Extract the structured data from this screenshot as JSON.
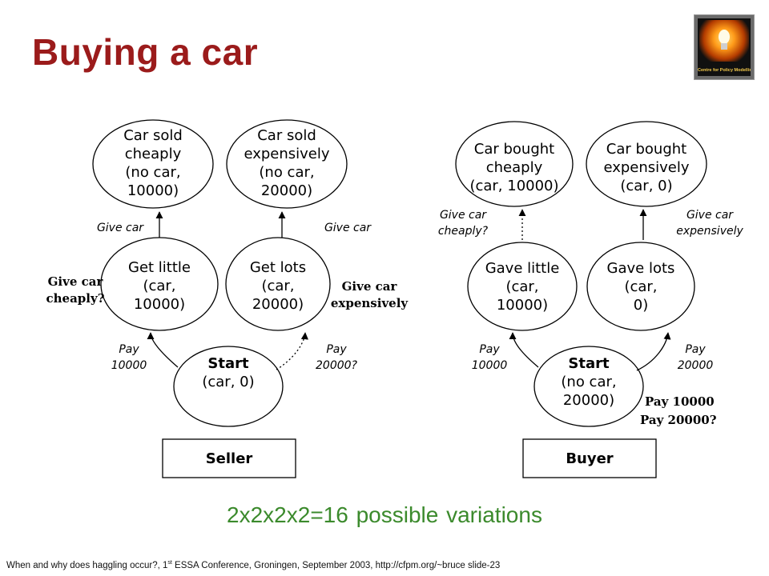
{
  "slide": {
    "title": "Buying a car",
    "logo_caption": "Centre for Policy Modelling",
    "variations": "2x2x2x2=16 possible variations",
    "footer": {
      "before": "When and why does haggling occur?, 1",
      "sup": "st",
      "after": " ESSA Conference, Groningen, September 2003, http://cfpm.org/~bruce slide-23"
    }
  },
  "seller": {
    "label": "Seller",
    "nodes": {
      "sold_cheaply": [
        "Car sold",
        "cheaply",
        "(no car,",
        "10000)"
      ],
      "sold_expensively": [
        "Car sold",
        "expensively",
        "(no car,",
        "20000)"
      ],
      "get_little": [
        "Get little",
        "(car,",
        "10000)"
      ],
      "get_lots": [
        "Get lots",
        "(car,",
        "20000)"
      ],
      "start_title": "Start",
      "start_state": "(car, 0)"
    },
    "edges": {
      "give_car_left": "Give car",
      "give_car_right": "Give car",
      "pay_left": [
        "Pay",
        "10000"
      ],
      "pay_right": [
        "Pay",
        "20000?"
      ]
    },
    "notes": {
      "cheaply_question": [
        "Give car",
        "cheaply?"
      ],
      "expensively": [
        "Give car",
        "expensively"
      ]
    }
  },
  "buyer": {
    "label": "Buyer",
    "nodes": {
      "bought_cheaply": [
        "Car bought",
        "cheaply",
        "(car, 10000)"
      ],
      "bought_expensively": [
        "Car bought",
        "expensively",
        "(car, 0)"
      ],
      "gave_little": [
        "Gave little",
        "(car,",
        "10000)"
      ],
      "gave_lots": [
        "Gave lots",
        "(car,",
        "0)"
      ],
      "start_title": "Start",
      "start_state": [
        "(no car,",
        "20000)"
      ]
    },
    "edges": {
      "give_car_left": [
        "Give car",
        "cheaply?"
      ],
      "give_car_right": [
        "Give car",
        "expensively"
      ],
      "pay_left": [
        "Pay",
        "10000"
      ],
      "pay_right": [
        "Pay",
        "20000"
      ]
    },
    "notes": {
      "pay": [
        "Pay 10000",
        "Pay 20000?"
      ]
    }
  }
}
